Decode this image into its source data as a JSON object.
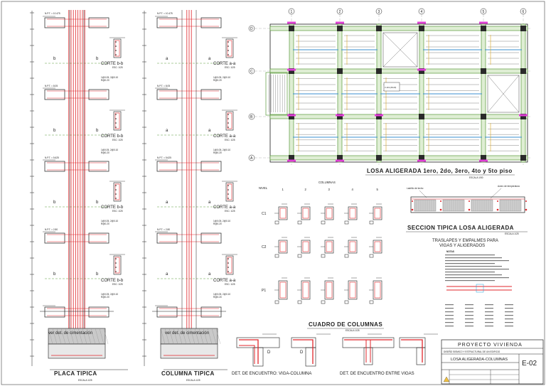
{
  "elevation": {
    "levels": [
      "N.P.T. = 10.475",
      "N.P.T. = 8.05",
      "N.P.T. = 5.625",
      "N.P.T. = 2.80"
    ],
    "section_labels": {
      "placa": "b",
      "columna": "a"
    },
    "corte_placa": "CORTE b-b",
    "corte_columna": "CORTE a-a",
    "scale_small": "ESC: 1/25",
    "stirrup_note": "1@0.05, 2@0.10",
    "stirrup_note2": "R@0.20",
    "sobrecimiento": "ver det. de cimentación"
  },
  "titles": {
    "placa": "PLACA TIPICA",
    "columna": "COLUMNA TIPICA",
    "scale": "ESCALA 1/25"
  },
  "plan": {
    "title": "LOSA ALIGERADA 1ero, 2do, 3ero, 4to y 5to piso",
    "scale": "ESCALA 1/50",
    "grid_cols": [
      "1",
      "2",
      "3",
      "4",
      "5",
      "6"
    ],
    "grid_rows": [
      "D",
      "C",
      "B",
      "A"
    ],
    "tag": "V-101 (25x40)"
  },
  "column_table": {
    "title": "CUADRO DE COLUMNAS",
    "scale": "ESCALA 1/25",
    "header": "COLUMNAS",
    "nivel": "NIVEL",
    "numbers": [
      "1",
      "2",
      "3",
      "4",
      "5"
    ],
    "rows": [
      "C1",
      "C2",
      "P1"
    ]
  },
  "section": {
    "title": "SECCION TIPICA LOSA ALIGERADA",
    "scale": "ESCALA 1/25",
    "label_left": "Ladrillo de techo",
    "label_right": "Acero de temperatura"
  },
  "notes": {
    "title_line1": "TRASLAPES Y EMPALMES PARA",
    "title_line2": "VIGAS Y ALIGERADOS",
    "notas": "NOTAS"
  },
  "details": {
    "viga_columna": "DET. DE ENCUENTRO: VIGA-COLUMNA",
    "entre_vigas": "DET. DE ENCUENTRO ENTRE VIGAS"
  },
  "title_block": {
    "project": "PROYECTO VIVIENDA",
    "description": "DISEÑO SISMICO Y ESTRUCTURAL DE UN EDIFICIO",
    "sheet_title": "LOSA ALIGERADA-COLUMNAS",
    "sheet_number": "E-02"
  }
}
